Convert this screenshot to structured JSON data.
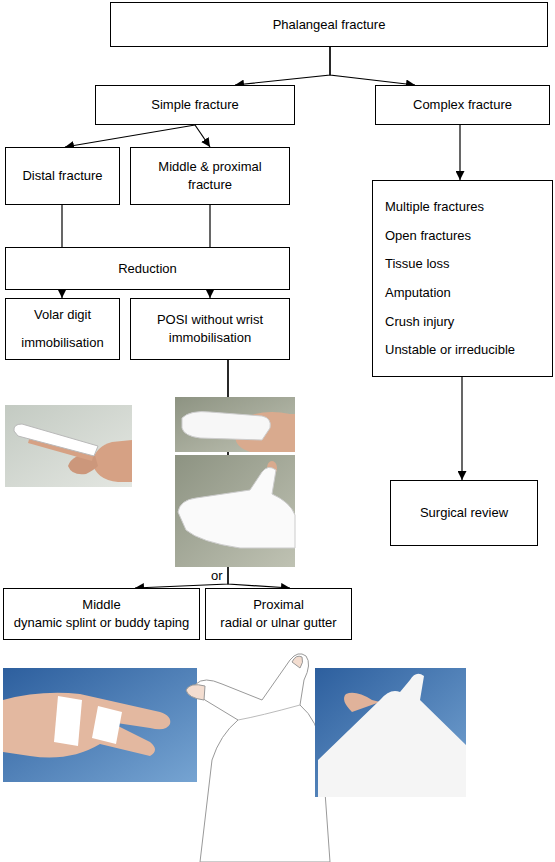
{
  "diagram": {
    "nodes": [
      {
        "text": [
          "Phalangeal fracture"
        ]
      },
      {
        "text": [
          "Simple fracture"
        ]
      },
      {
        "text": [
          "Complex fracture"
        ]
      },
      {
        "text": [
          "Distal fracture"
        ]
      },
      {
        "text": [
          "Middle & proximal fracture"
        ]
      },
      {
        "text": [
          "Reduction"
        ]
      },
      {
        "text": [
          "Multiple fractures",
          "Open fractures",
          "Tissue loss",
          "Amputation",
          "Crush injury",
          "Unstable or irreducible"
        ]
      },
      {
        "text": [
          "Volar digit immobilisation"
        ]
      },
      {
        "text": [
          "POSI without wrist immobilisation"
        ]
      },
      {
        "text": [
          "Surgical review"
        ]
      },
      {
        "text": [
          "Middle",
          "dynamic splint or buddy taping"
        ]
      },
      {
        "text": [
          "Proximal",
          "radial or ulnar gutter"
        ]
      }
    ],
    "edges": [
      {
        "from": 0,
        "to": 1,
        "arrow": "to"
      },
      {
        "from": 0,
        "to": 2,
        "arrow": "to"
      },
      {
        "from": 1,
        "to": 3,
        "arrow": "to"
      },
      {
        "from": 1,
        "to": 4,
        "arrow": "to"
      },
      {
        "from": 2,
        "to": 6,
        "arrow": "to"
      },
      {
        "from": 3,
        "to": 5,
        "arrow": "none"
      },
      {
        "from": 4,
        "to": 5,
        "arrow": "none"
      },
      {
        "from": 5,
        "to": 7,
        "arrow": "to"
      },
      {
        "from": 5,
        "to": 8,
        "arrow": "to"
      },
      {
        "from": 6,
        "to": 9,
        "arrow": "to"
      },
      {
        "from": 8,
        "to": 10,
        "arrow": "to"
      },
      {
        "from": 8,
        "to": 11,
        "arrow": "to"
      }
    ],
    "labels": [
      "or"
    ]
  }
}
